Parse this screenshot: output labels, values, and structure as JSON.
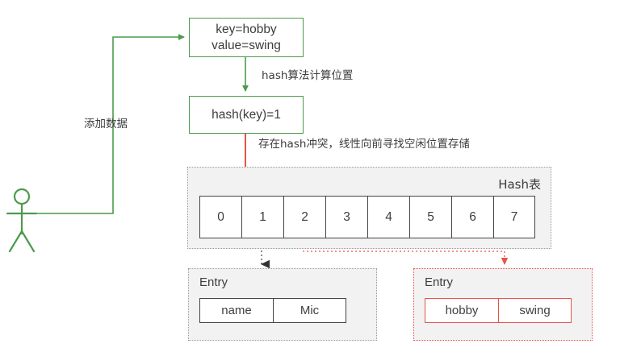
{
  "diagram": {
    "title": "HashMap linear probing insertion diagram",
    "colors": {
      "green": "#4c9a4c",
      "red": "#e8534a",
      "gray_border": "#9a9a9a",
      "dark": "#444444",
      "panel": "#f2f2f2"
    },
    "actor": {
      "name": "user-actor"
    },
    "nodes": {
      "input_box": {
        "line1": "key=hobby",
        "line2": "value=swing"
      },
      "hash_box": {
        "text": "hash(key)=1"
      }
    },
    "edges": {
      "add_data": "添加数据",
      "hash_calc": "hash算法计算位置",
      "collision": "存在hash冲突，线性向前寻找空闲位置存储"
    },
    "hash_table": {
      "title": "Hash表",
      "cells": [
        "0",
        "1",
        "2",
        "3",
        "4",
        "5",
        "6",
        "7"
      ]
    },
    "entries": [
      {
        "title": "Entry",
        "key": "name",
        "value": "Mic"
      },
      {
        "title": "Entry",
        "key": "hobby",
        "value": "swing"
      }
    ]
  }
}
